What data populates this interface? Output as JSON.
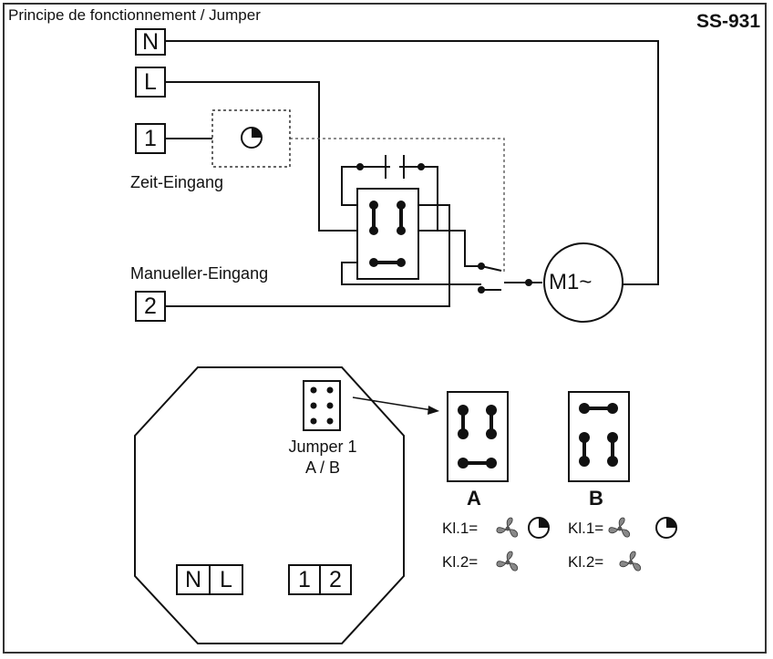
{
  "header": {
    "title": "Principe de fonctionnement / Jumper",
    "code": "SS-931"
  },
  "schematic": {
    "terminals": {
      "n": "N",
      "l": "L",
      "t1": "1",
      "t2": "2"
    },
    "timer_label": "Zeit-Eingang",
    "manual_label": "Manueller-Eingang",
    "motor_label": "M1~"
  },
  "device": {
    "jumper_label_line1": "Jumper 1",
    "jumper_label_line2": "A / B",
    "terminal_block_left": [
      "N",
      "L"
    ],
    "terminal_block_right": [
      "1",
      "2"
    ]
  },
  "variants": [
    {
      "name": "A",
      "kl1": "Kl.1=",
      "kl1_icons": [
        "fan-icon",
        "timer-icon"
      ],
      "kl2": "Kl.2=",
      "kl2_icons": [
        "fan-fast-icon"
      ]
    },
    {
      "name": "B",
      "kl1": "Kl.1=",
      "kl1_icons": [
        "fan-fast-icon",
        "timer-icon"
      ],
      "kl2": "Kl.2=",
      "kl2_icons": [
        "fan-icon"
      ]
    }
  ]
}
